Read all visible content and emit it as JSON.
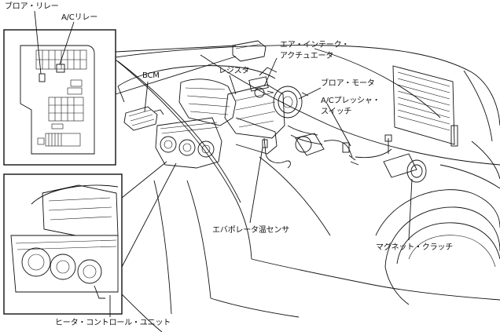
{
  "labels": {
    "blower_relay": "ブロア・リレー",
    "ac_relay": "A/Cリレー",
    "air_intake_actuator_line1": "エア・インテーク・",
    "air_intake_actuator_line2": "アクチュエータ",
    "bcm": "BCM",
    "resistor": "レジスタ",
    "blower_motor": "ブロア・モータ",
    "ac_pressure_switch_line1": "A/Cプレッシャ・",
    "ac_pressure_switch_line2": "スイッチ",
    "evaporator_temp_sensor": "エバポレータ温センサ",
    "magnetic_clutch": "マグネット・クラッチ",
    "heater_control_unit": "ヒータ・コントロール・ユニット"
  }
}
